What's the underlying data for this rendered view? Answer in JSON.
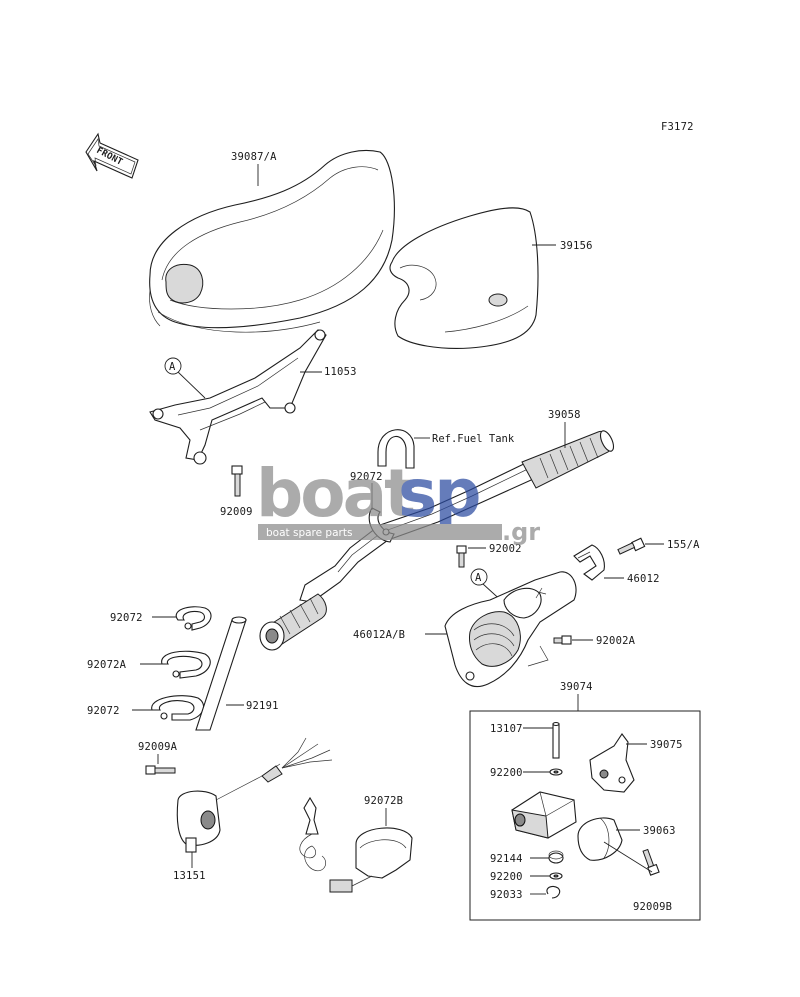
{
  "diagram": {
    "figure_code": "F3172",
    "front_marker": "FRONT",
    "ref_marker": "A",
    "reference_note": "Ref.Fuel Tank",
    "watermark": {
      "brand_main": "boat",
      "brand_accent": "sp",
      "brand_suffix": ".gr",
      "tagline": "boat spare parts",
      "accent_color": "#2a4aa0",
      "gray_color": "#8c8c8c"
    },
    "parts": [
      {
        "id": "p1",
        "number": "39087/A"
      },
      {
        "id": "p2",
        "number": "39156"
      },
      {
        "id": "p3",
        "number": "11053"
      },
      {
        "id": "p4",
        "number": "92009"
      },
      {
        "id": "p5",
        "number": "39058"
      },
      {
        "id": "p6",
        "number": "92072"
      },
      {
        "id": "p7",
        "number": "92002"
      },
      {
        "id": "p8",
        "number": "155/A"
      },
      {
        "id": "p9",
        "number": "46012"
      },
      {
        "id": "p10",
        "number": "46012A/B"
      },
      {
        "id": "p11",
        "number": "92002A"
      },
      {
        "id": "p12",
        "number": "92072"
      },
      {
        "id": "p13",
        "number": "92072A"
      },
      {
        "id": "p14",
        "number": "92072"
      },
      {
        "id": "p15",
        "number": "92191"
      },
      {
        "id": "p16",
        "number": "39074"
      },
      {
        "id": "p17",
        "number": "13107"
      },
      {
        "id": "p18",
        "number": "39075"
      },
      {
        "id": "p19",
        "number": "92009A"
      },
      {
        "id": "p20",
        "number": "92200"
      },
      {
        "id": "p21",
        "number": "92072B"
      },
      {
        "id": "p22",
        "number": "39063"
      },
      {
        "id": "p23",
        "number": "92144"
      },
      {
        "id": "p24",
        "number": "92200"
      },
      {
        "id": "p25",
        "number": "92033"
      },
      {
        "id": "p26",
        "number": "92009B"
      },
      {
        "id": "p27",
        "number": "13151"
      }
    ]
  }
}
